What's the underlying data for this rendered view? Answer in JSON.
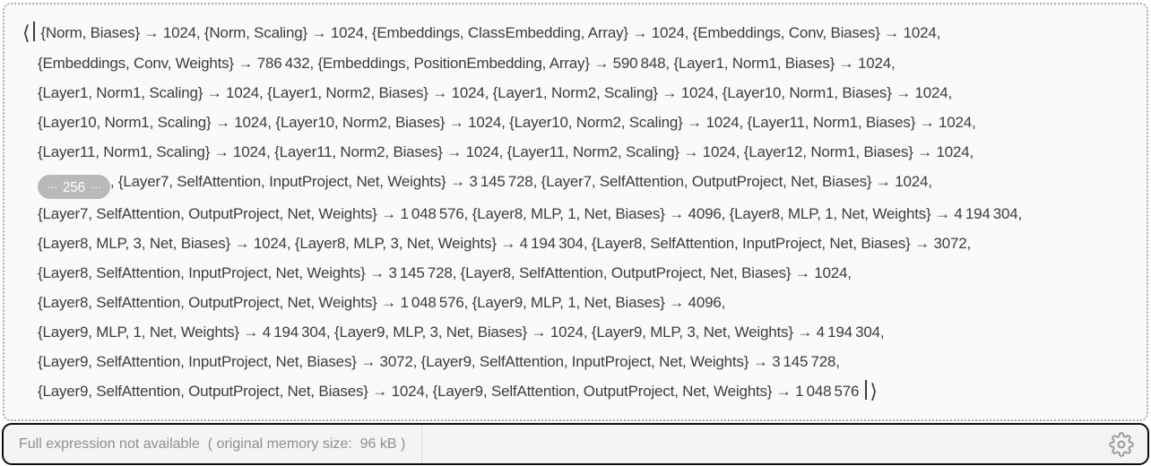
{
  "colors": {
    "panel_background": "#fafafa",
    "panel_border_dotted": "#ababab",
    "expression_text": "#3c3c3c",
    "pill_background": "#b9b9b9",
    "pill_text": "#ffffff",
    "status_bar_background": "#f4f4f4",
    "status_bar_border": "#0d0d0d",
    "status_text": "#8f8f8f",
    "gear_icon": "#9a9a9a"
  },
  "expression": {
    "open_bracket": "⟨",
    "close_bracket": "⟩",
    "elided_pill": {
      "dots": "⋯",
      "count": "256"
    },
    "lines": [
      {
        "open": true,
        "text": "{Norm, Biases} → 1024, {Norm, Scaling} → 1024, {Embeddings, ClassEmbedding, Array} → 1024, {Embeddings, Conv, Biases} → 1024,"
      },
      {
        "text": "{Embeddings, Conv, Weights} → 786 432, {Embeddings, PositionEmbedding, Array} → 590 848, {Layer1, Norm1, Biases} → 1024,"
      },
      {
        "text": "{Layer1, Norm1, Scaling} → 1024, {Layer1, Norm2, Biases} → 1024, {Layer1, Norm2, Scaling} → 1024, {Layer10, Norm1, Biases} → 1024,"
      },
      {
        "text": "{Layer10, Norm1, Scaling} → 1024, {Layer10, Norm2, Biases} → 1024, {Layer10, Norm2, Scaling} → 1024, {Layer11, Norm1, Biases} → 1024,"
      },
      {
        "text": "{Layer11, Norm1, Scaling} → 1024, {Layer11, Norm2, Biases} → 1024, {Layer11, Norm2, Scaling} → 1024, {Layer12, Norm1, Biases} → 1024,"
      },
      {
        "pill": true,
        "text": ", {Layer7, SelfAttention, InputProject, Net, Weights} → 3 145 728, {Layer7, SelfAttention, OutputProject, Net, Biases} → 1024,"
      },
      {
        "text": "{Layer7, SelfAttention, OutputProject, Net, Weights} → 1 048 576, {Layer8, MLP, 1, Net, Biases} → 4096, {Layer8, MLP, 1, Net, Weights} → 4 194 304,"
      },
      {
        "text": "{Layer8, MLP, 3, Net, Biases} → 1024, {Layer8, MLP, 3, Net, Weights} → 4 194 304, {Layer8, SelfAttention, InputProject, Net, Biases} → 3072,"
      },
      {
        "text": "{Layer8, SelfAttention, InputProject, Net, Weights} → 3 145 728, {Layer8, SelfAttention, OutputProject, Net, Biases} → 1024,"
      },
      {
        "text": "{Layer8, SelfAttention, OutputProject, Net, Weights} → 1 048 576, {Layer9, MLP, 1, Net, Biases} → 4096,"
      },
      {
        "text": "{Layer9, MLP, 1, Net, Weights} → 4 194 304, {Layer9, MLP, 3, Net, Biases} → 1024, {Layer9, MLP, 3, Net, Weights} → 4 194 304,"
      },
      {
        "text": "{Layer9, SelfAttention, InputProject, Net, Biases} → 3072, {Layer9, SelfAttention, InputProject, Net, Weights} → 3 145 728,"
      },
      {
        "close": true,
        "text": "{Layer9, SelfAttention, OutputProject, Net, Biases} → 1024, {Layer9, SelfAttention, OutputProject, Net, Weights} → 1 048 576"
      }
    ]
  },
  "status_bar": {
    "message": "Full expression not available  ( original memory size:  96 kB )",
    "gear_icon": "settings-gear"
  }
}
